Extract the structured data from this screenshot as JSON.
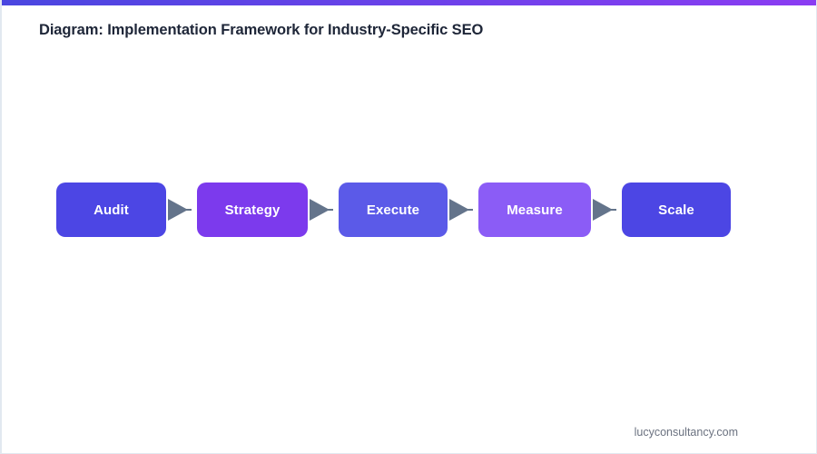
{
  "accent_bar": {
    "gradient_from": "#4a46e0",
    "gradient_to": "#8b3cf2"
  },
  "header": {
    "title": "Diagram: Implementation Framework for Industry-Specific SEO",
    "title_color": "#1e2638"
  },
  "diagram": {
    "type": "horizontal-process-flow",
    "connector_icon": "arrow-right-icon",
    "connector_color": "#64748b",
    "steps": [
      {
        "label": "Audit",
        "color": "#4c46e4",
        "width": 121
      },
      {
        "label": "Strategy",
        "color": "#7c3aed",
        "width": 122
      },
      {
        "label": "Execute",
        "color": "#5b5ae8",
        "width": 120
      },
      {
        "label": "Measure",
        "color": "#8b5cf6",
        "width": 124
      },
      {
        "label": "Scale",
        "color": "#4c46e4",
        "width": 120
      }
    ]
  },
  "footer": {
    "source": "lucyconsultancy.com",
    "color": "#6b7280"
  }
}
